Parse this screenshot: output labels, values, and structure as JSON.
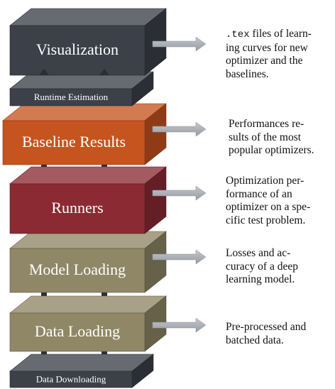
{
  "layers": [
    {
      "id": "data-downloading",
      "label": "Data Downloading",
      "size": "small",
      "color": "#3c4049"
    },
    {
      "id": "data-loading",
      "label": "Data Loading",
      "size": "large",
      "color": "#8f8766"
    },
    {
      "id": "model-loading",
      "label": "Model Loading",
      "size": "large",
      "color": "#8f8766"
    },
    {
      "id": "runners",
      "label": "Runners",
      "size": "large",
      "color": "#8b2a33"
    },
    {
      "id": "baseline-results",
      "label": "Baseline Results",
      "size": "large",
      "color": "#c6541f"
    },
    {
      "id": "runtime-estimation",
      "label": "Runtime Estimation",
      "size": "small",
      "color": "#3c4049"
    },
    {
      "id": "visualization",
      "label": "Visualization",
      "size": "large",
      "color": "#3c4049"
    }
  ],
  "descriptions": {
    "visualization": {
      "code": ".tex",
      "lines": [
        " files of learn-",
        "ing curves for new",
        "optimizer and the",
        "baselines."
      ]
    },
    "baseline_results": {
      "lines": [
        "Performances re-",
        "sults of the most",
        "popular optimizers."
      ]
    },
    "runners": {
      "lines": [
        "Optimization per-",
        "formance of an",
        "optimizer on a spe-",
        "cific test problem."
      ]
    },
    "model_loading": {
      "lines": [
        "Losses and ac-",
        "curacy of a deep",
        "learning model."
      ]
    },
    "data_loading": {
      "lines": [
        "Pre-processed and",
        "batched data."
      ]
    }
  },
  "colors": {
    "arrow": "#a8adb5",
    "pillar": "#2b2f36"
  }
}
